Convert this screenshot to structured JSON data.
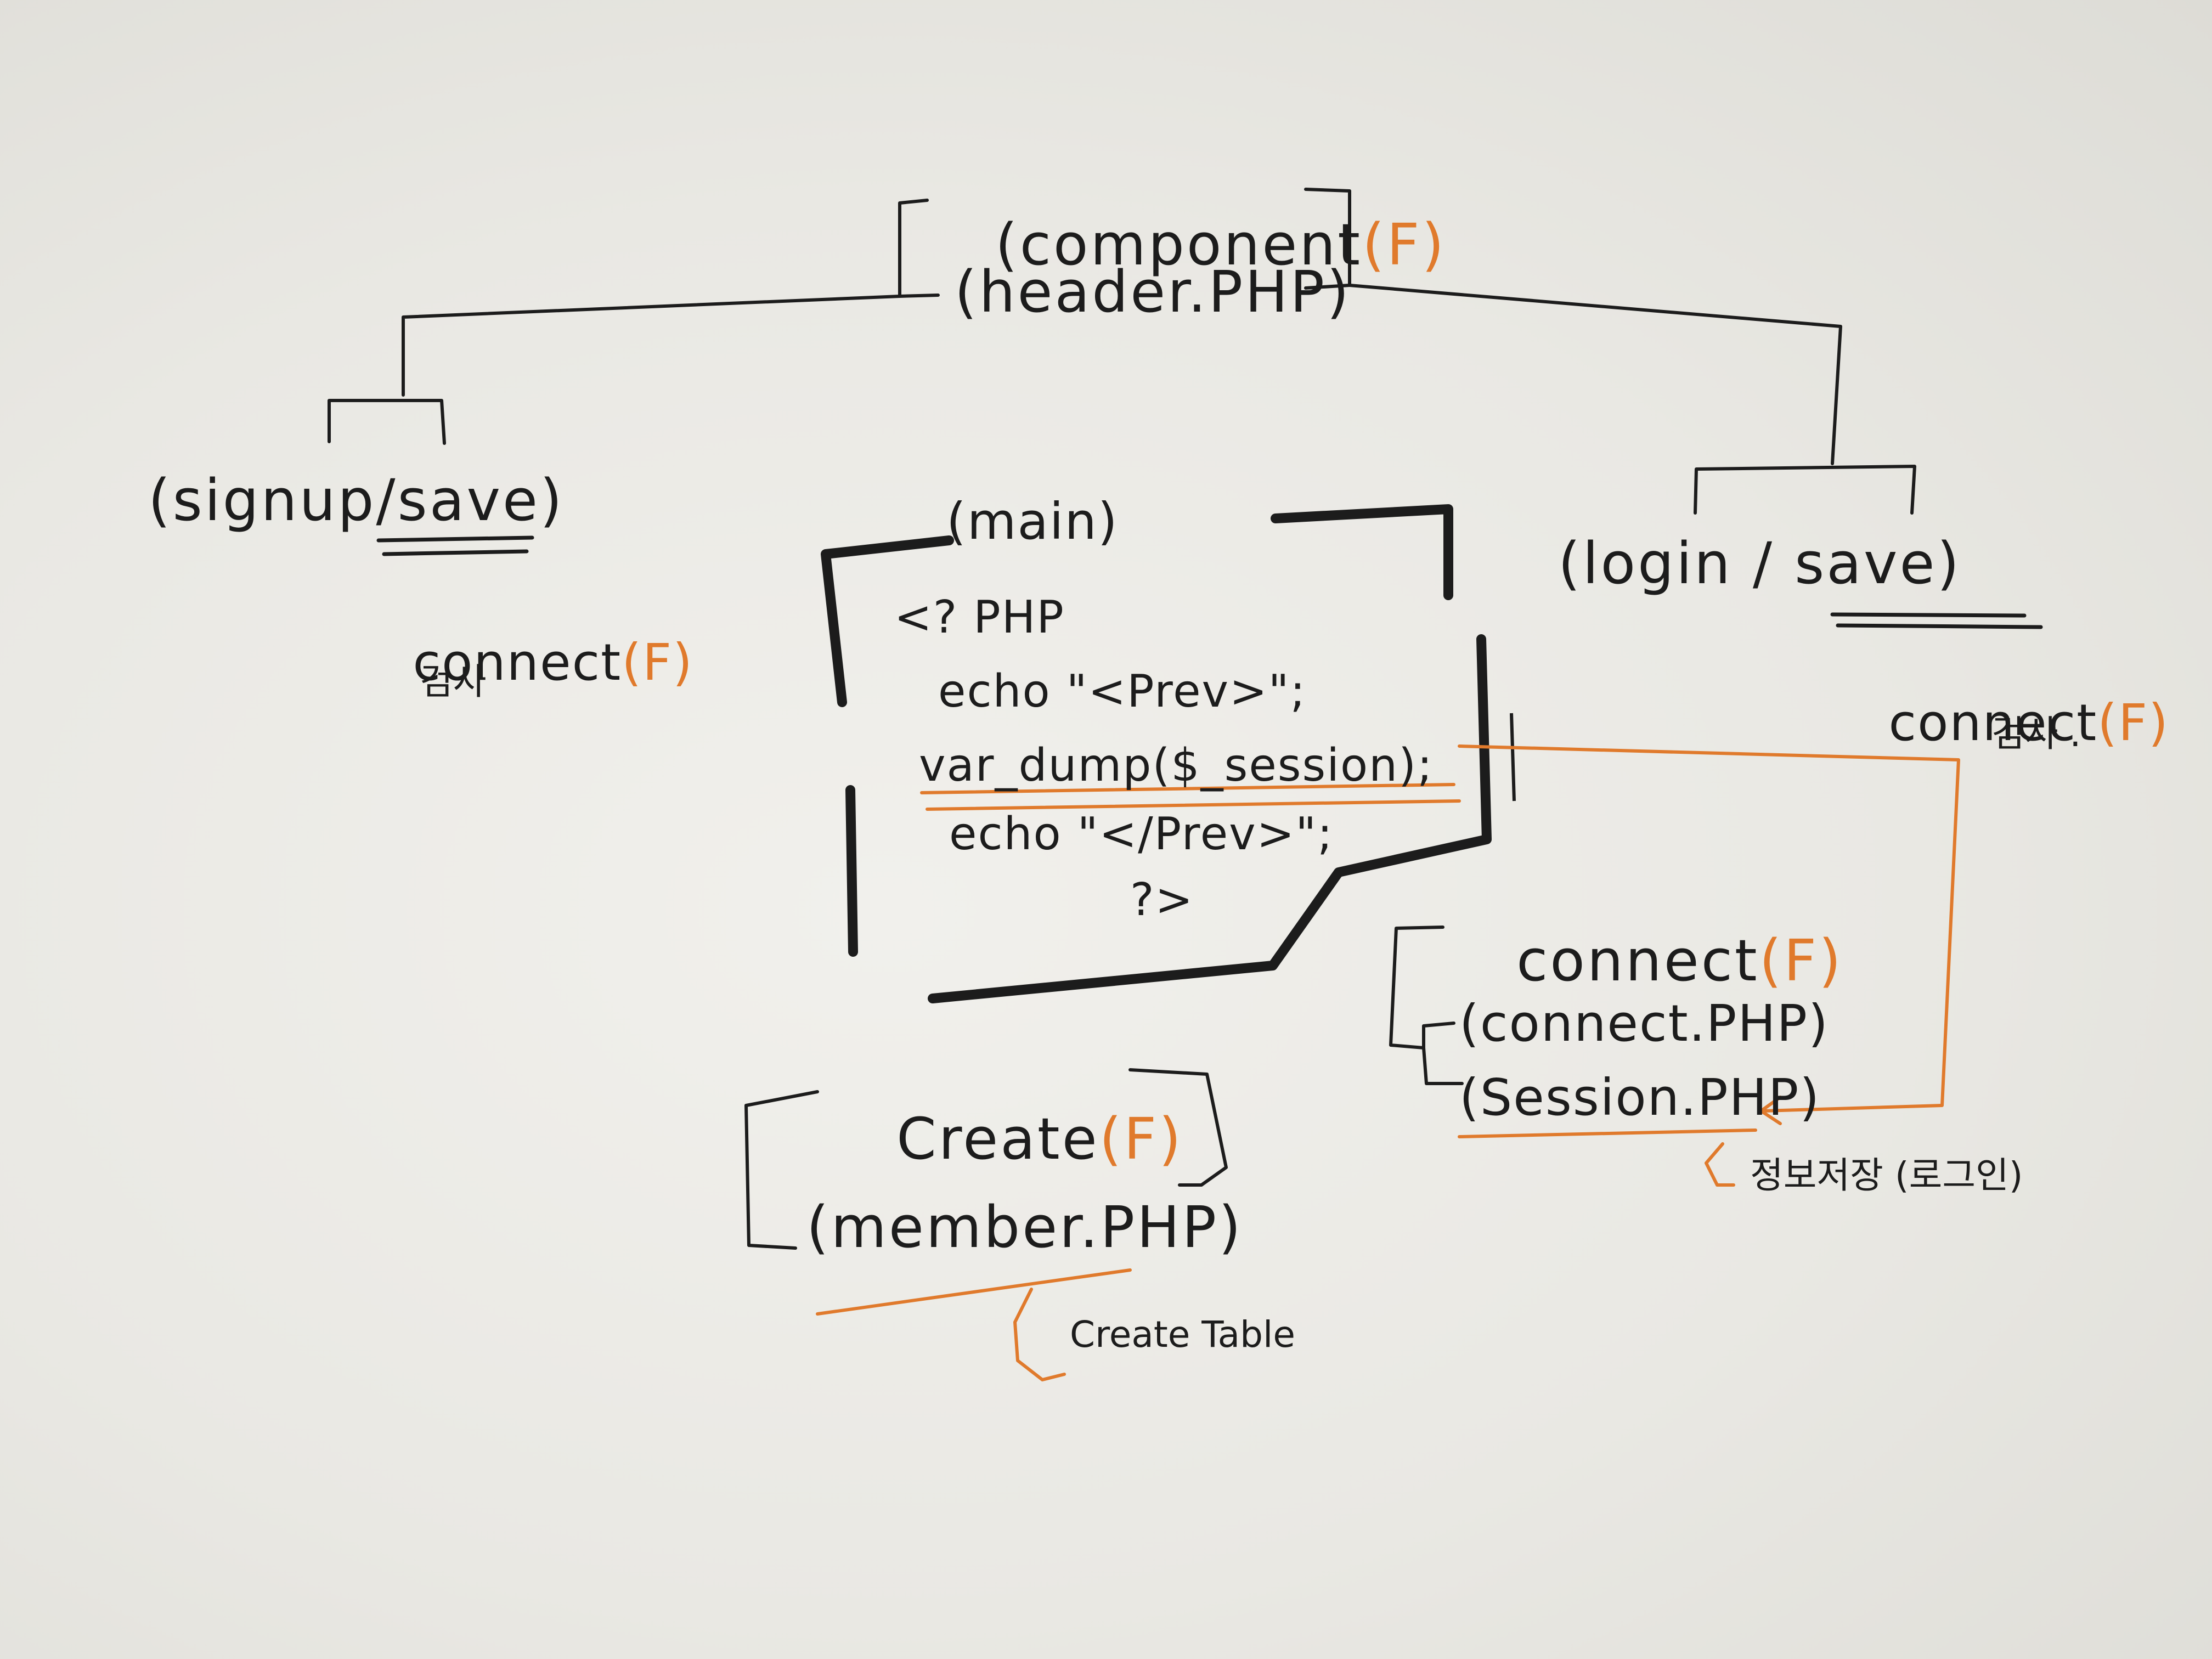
{
  "colors": {
    "ink": "#1c1c1c",
    "highlight": "#e07a2c",
    "paper": "#efeeea"
  },
  "root": {
    "line1": "(component",
    "line1_tag": "(F)",
    "line2": "(header.PHP)"
  },
  "signup": {
    "title": "(signup/save)",
    "connect": "connect",
    "connect_tag": "(F)",
    "note": "검사"
  },
  "main": {
    "title": "(main)",
    "code": [
      "<? PHP",
      "echo \"<Prev>\";",
      "var_dump($_session);",
      "echo \"</Prev>\";",
      "?>"
    ]
  },
  "login": {
    "title": "(login / save)",
    "connect": "connect",
    "connect_tag": "(F)",
    "note": "검사 ."
  },
  "connect_block": {
    "title": "connect",
    "title_tag": "(F)",
    "file1": "(connect.PHP)",
    "file2": "(Session.PHP)",
    "note": "정보저장 (로그인)"
  },
  "create_block": {
    "title": "Create",
    "title_tag": "(F)",
    "file": "(member.PHP)",
    "note": "Create Table"
  }
}
